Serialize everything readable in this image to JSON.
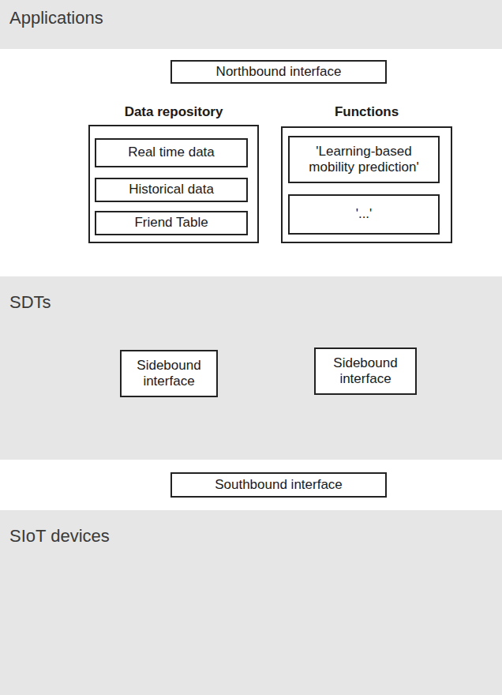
{
  "diagram": {
    "nodes": [
      {
        "text": [
          "Applications"
        ]
      },
      {
        "text": [
          "Northbound interface"
        ]
      },
      {
        "text": [
          "Data repository"
        ]
      },
      {
        "text": [
          "Real time data"
        ],
        "in": 2
      },
      {
        "text": [
          "Historical data"
        ],
        "in": 2
      },
      {
        "text": [
          "Friend Table"
        ],
        "in": 2
      },
      {
        "text": [
          "Functions"
        ]
      },
      {
        "text": [
          "'Learning-based mobility prediction'"
        ],
        "in": 6
      },
      {
        "text": [
          "'...'"
        ],
        "in": 6
      },
      {
        "text": [
          "SDTs"
        ]
      },
      {
        "text": [
          "Sidebound interface"
        ],
        "in": 9
      },
      {
        "text": [
          "Sidebound interface"
        ],
        "in": 9
      },
      {
        "text": [
          "Southbound interface"
        ]
      },
      {
        "text": [
          "SIoT devices"
        ]
      }
    ]
  }
}
